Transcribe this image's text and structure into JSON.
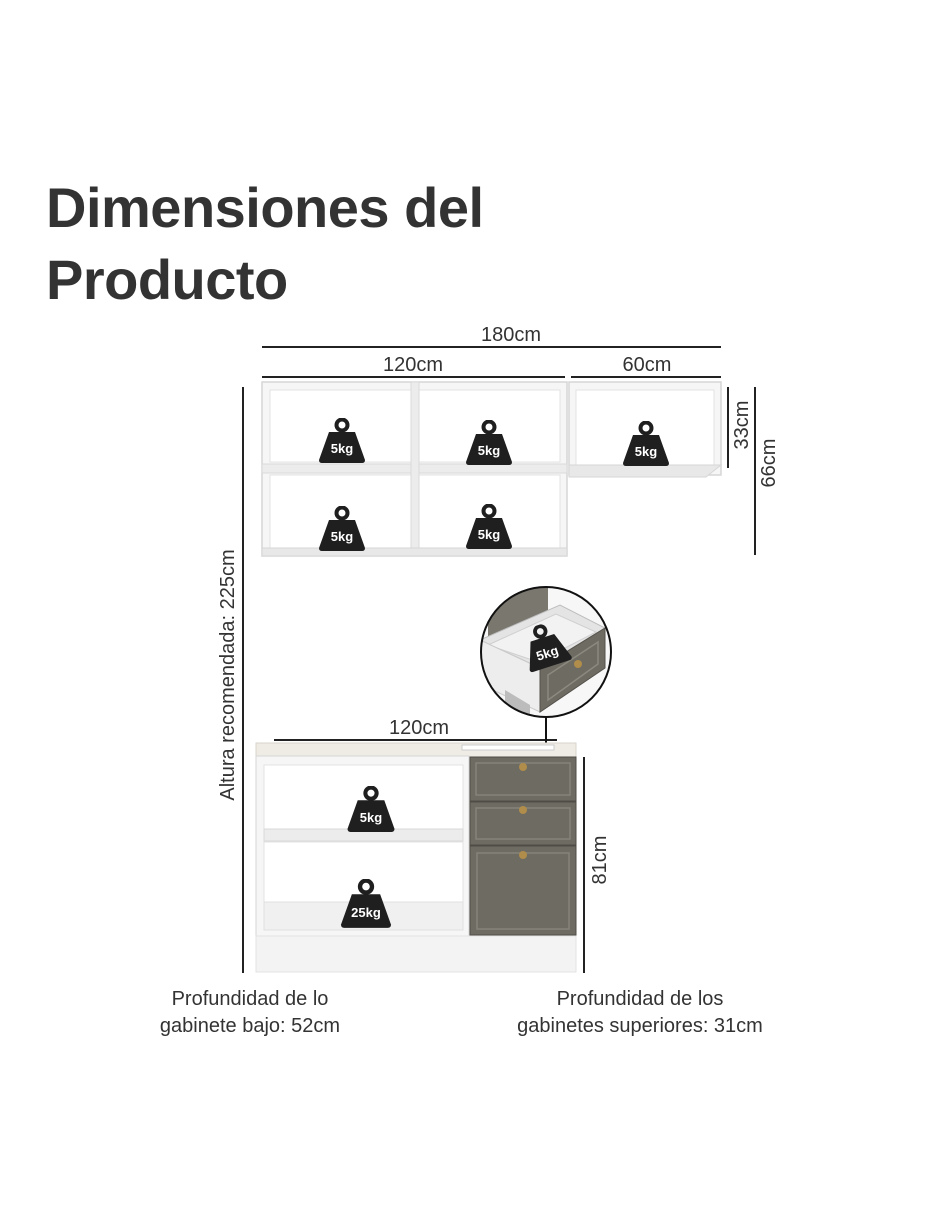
{
  "title": {
    "line1": "Dimensiones del",
    "line2": "Producto"
  },
  "dimensions": {
    "total_width": "180cm",
    "upper_left_width": "120cm",
    "upper_right_width": "60cm",
    "upper_right_height": "33cm",
    "upper_total_height": "66cm",
    "recommended_height": "Altura recomendada: 225cm",
    "lower_width": "120cm",
    "lower_height": "81cm"
  },
  "weights": {
    "upper_left_top_a": "5kg",
    "upper_left_top_b": "5kg",
    "upper_right": "5kg",
    "upper_left_bottom_a": "5kg",
    "upper_left_bottom_b": "5kg",
    "drawer_detail": "5kg",
    "lower_shelf": "5kg",
    "lower_base": "25kg"
  },
  "captions": {
    "lower_depth": {
      "line1": "Profundidad de lo",
      "line2": "gabinete bajo: 52cm"
    },
    "upper_depth": {
      "line1": "Profundidad de los",
      "line2": "gabinetes superiores: 31cm"
    }
  },
  "colors": {
    "cabinet_white": "#f4f4f4",
    "door_gray": "#6e6b63",
    "weight_fill": "#1f1f1f",
    "line": "#222222"
  }
}
